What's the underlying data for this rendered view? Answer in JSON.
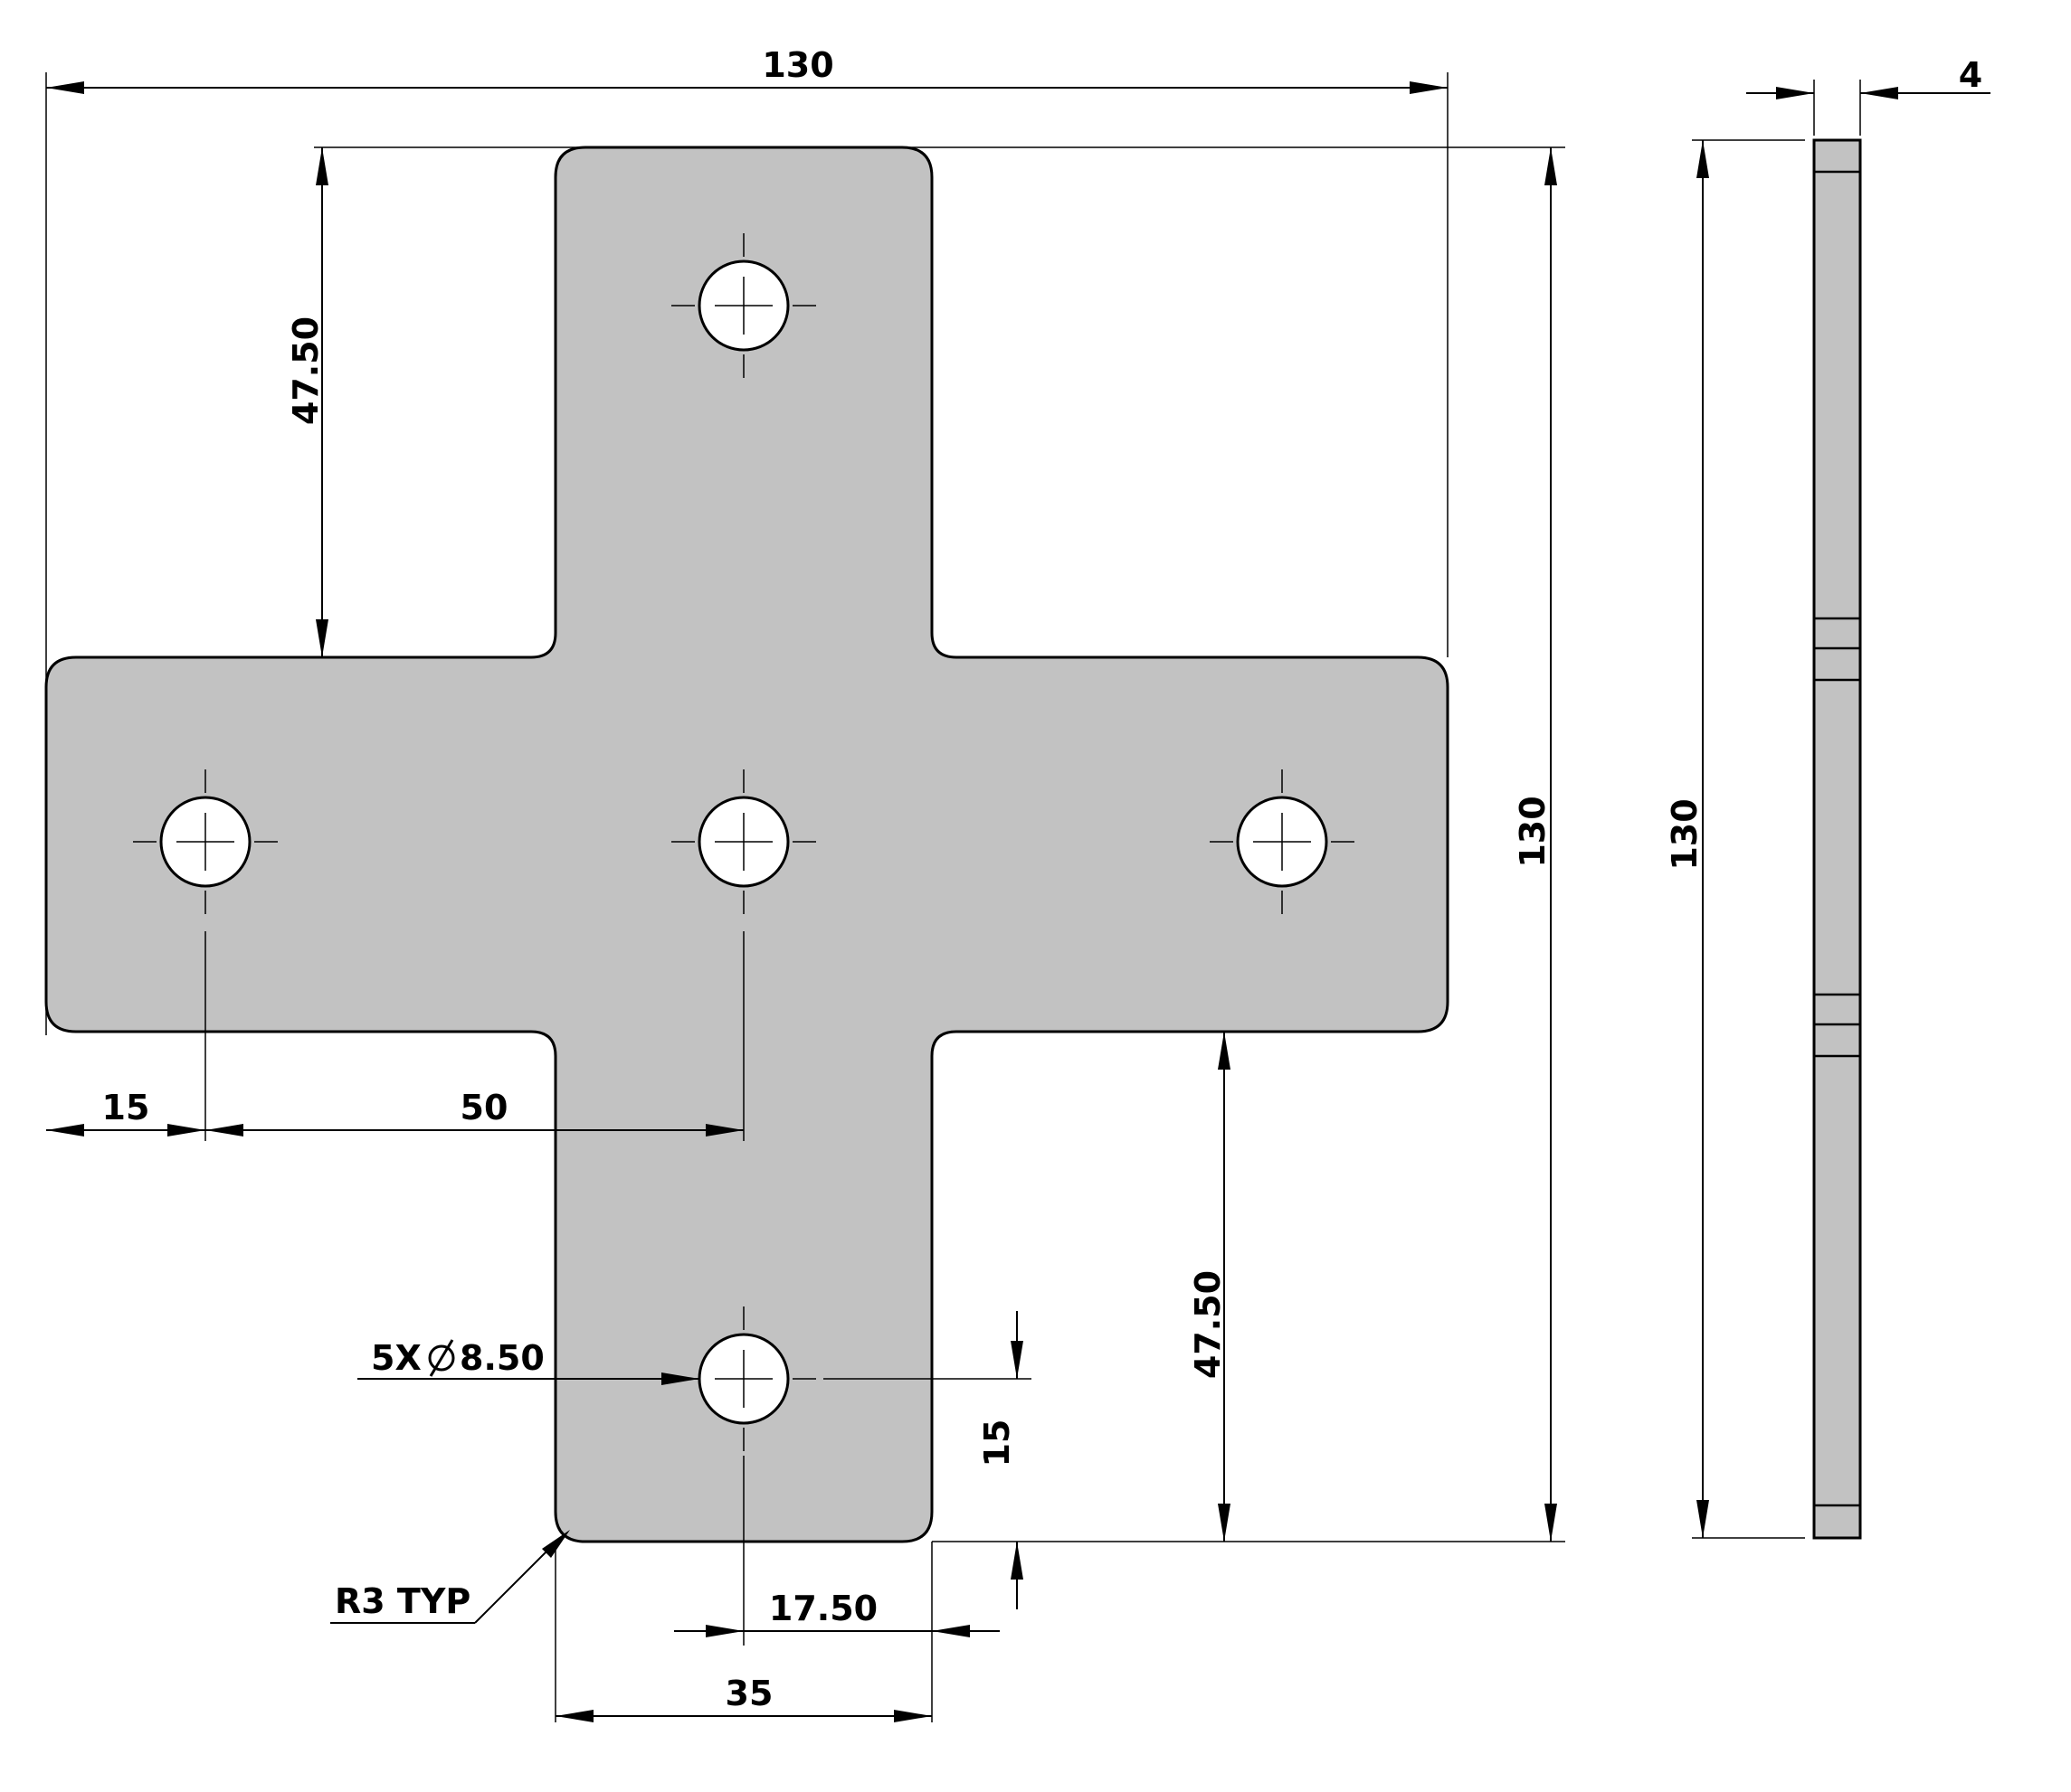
{
  "dimensions": {
    "overall_width": "130",
    "top_arm_height": "47.50",
    "overall_height": "130",
    "side_height": "130",
    "thickness": "4",
    "hole_edge_offset": "15",
    "hole_spacing": "50",
    "hole_callout": "5X",
    "hole_diameter": "8.50",
    "bottom_arm_height": "47.50",
    "bottom_hole_offset": "15",
    "half_arm_width": "17.50",
    "arm_width": "35",
    "radius_note": "R3 TYP"
  },
  "colors": {
    "part_fill": "#c2c2c2",
    "line": "#000000"
  }
}
